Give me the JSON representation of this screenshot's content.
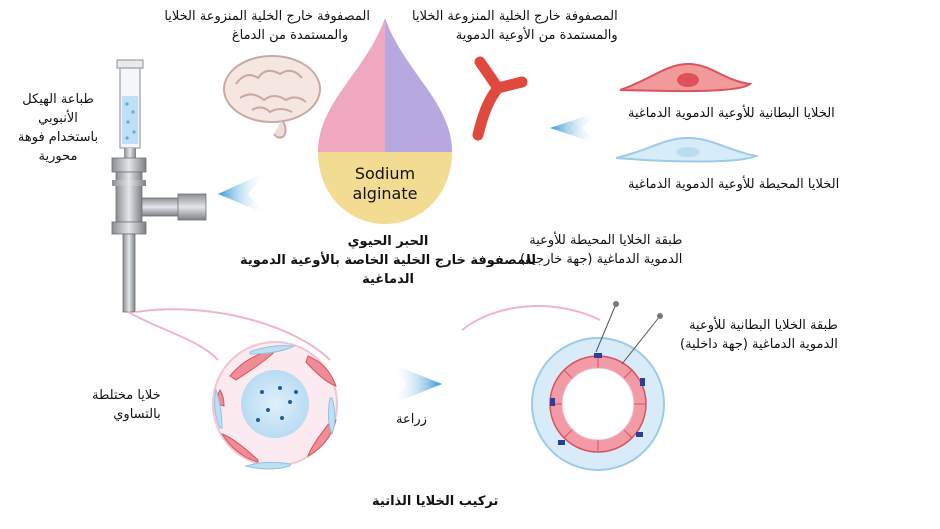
{
  "labels": {
    "brain_ecm": [
      "المصفوفة خارج الخلية المنزوعة الخلايا",
      "والمستمدة من الدماغ"
    ],
    "vessel_ecm": [
      "المصفوفة خارج الخلية المنزوعة الخلايا",
      "والمستمدة من الأوعية الدموية"
    ],
    "endothelial_cells": "الخلايا البطانية للأوعية الدموية الدماغية",
    "pericytes": "الخلايا المحيطة للأوعية الدموية الدماغية",
    "coaxial_printing": [
      "طباعة الهيكل",
      "الأنبوبي",
      "باستخدام فوهة",
      "محورية"
    ],
    "sodium_alginate": [
      "Sodium",
      "alginate"
    ],
    "bioink": [
      "الحبر الحيوي",
      "للمصفوفة خارج الخلية الخاصة بالأوعية الدموية",
      "الدماغية"
    ],
    "pericyte_layer": [
      "طبقة الخلايا المحيطة للأوعية",
      "الدموية الدماغية (جهة خارجية)"
    ],
    "endothelial_layer": [
      "طبقة الخلايا البطانية للأوعية",
      "الدموية الدماغية (جهة داخلية)"
    ],
    "mixed_cells": [
      "خلايا مختلطة",
      "بالتساوي"
    ],
    "culture": "زراعة",
    "self_assembly": "تركيب الخلايا الذاتية"
  },
  "colors": {
    "pink": "#f0a8c0",
    "lavender": "#b8a8e0",
    "alginate": "#f2dc92",
    "red_cell": "#e8707a",
    "blue_cell": "#a8d4ec",
    "arrow_blue": "#3a9fd8",
    "vessel_red": "#e04a3e"
  },
  "icons": [
    "brain-icon",
    "blood-vessel-icon",
    "syringe-icon",
    "nozzle-icon",
    "arrow-icon"
  ]
}
